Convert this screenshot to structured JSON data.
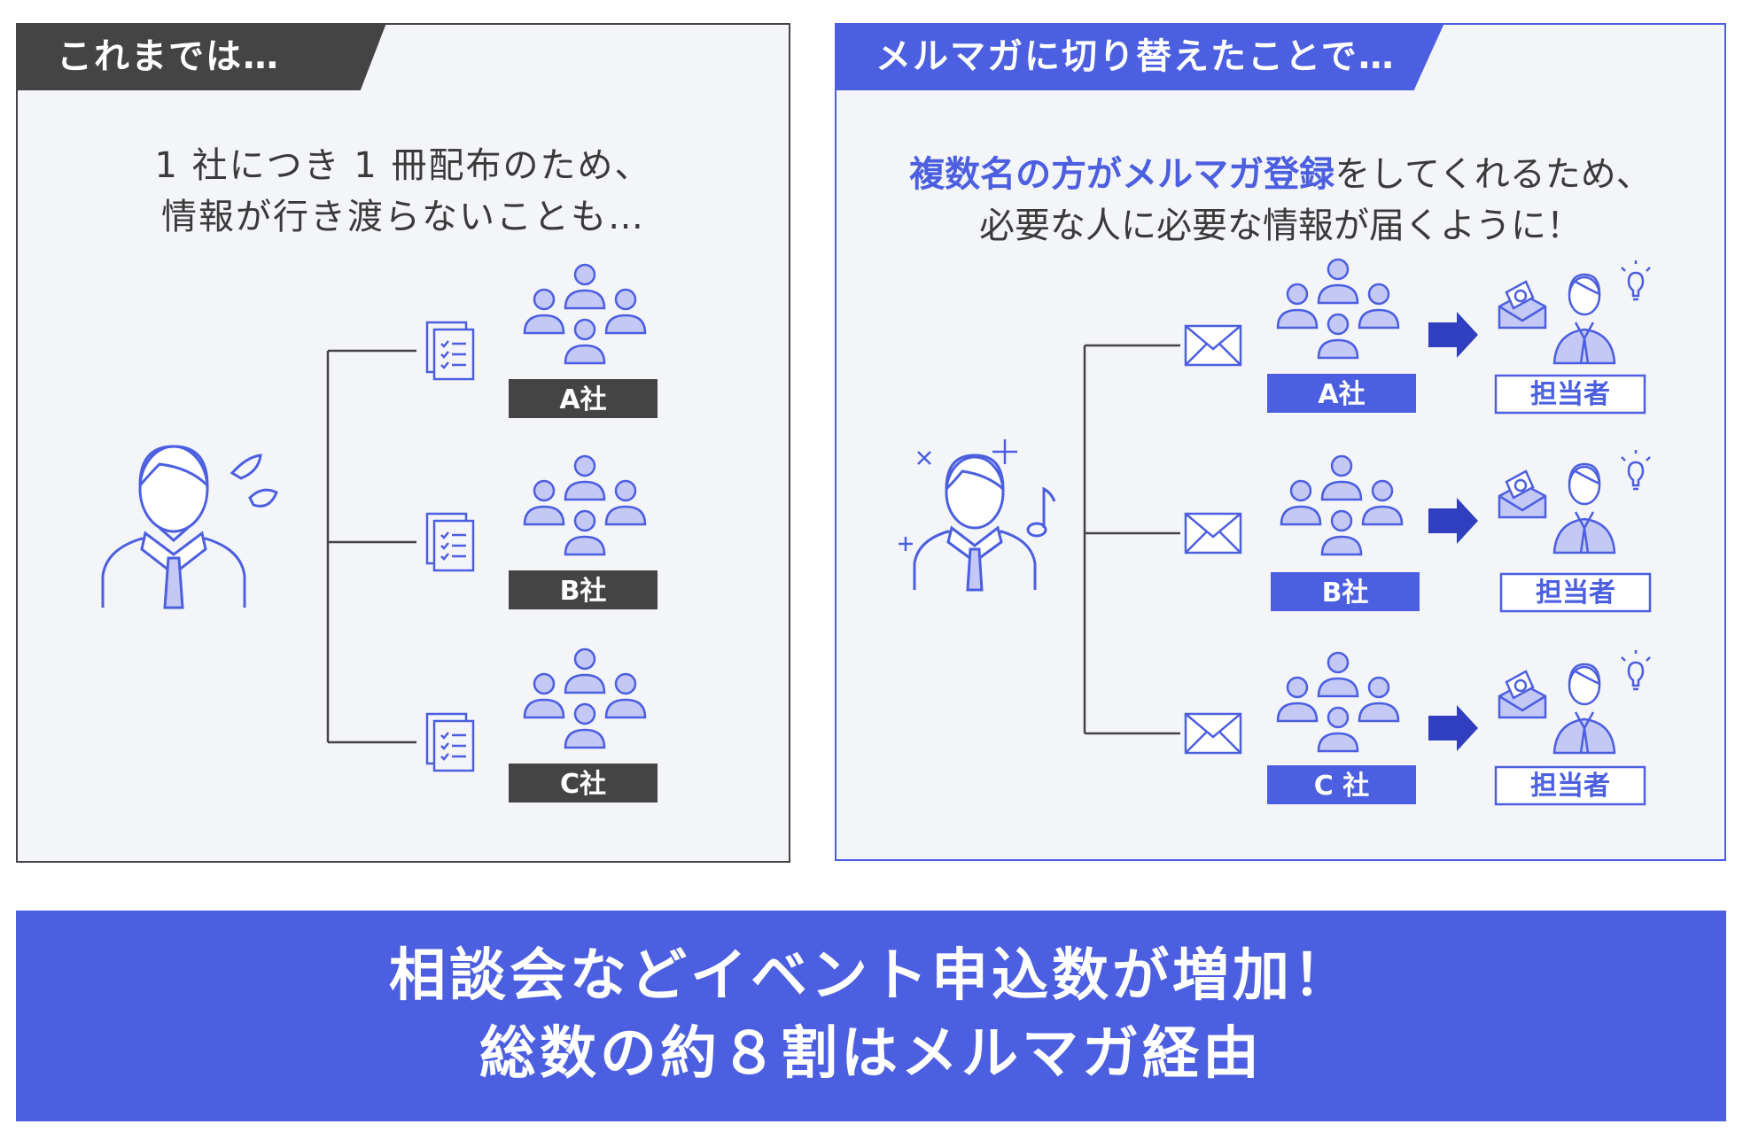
{
  "left_panel": {
    "tab": "これまでは…",
    "lead_line1": "1 社につき 1 冊配布のため、",
    "lead_line2": "情報が行き渡らないことも…",
    "companies": [
      "A社",
      "B社",
      "C社"
    ]
  },
  "right_panel": {
    "tab": "メルマガに切り替えたことで…",
    "lead_line1_highlight": "複数名の方がメルマガ登録",
    "lead_line1_rest": "をしてくれるため、",
    "lead_line2": "必要な人に必要な情報が届くように！",
    "companies": [
      "A社",
      "B社",
      "C 社"
    ],
    "recipient_label": "担当者"
  },
  "banner": {
    "line1": "相談会などイベント申込数が増加！",
    "line2": "総数の約８割はメルマガ経由"
  },
  "colors": {
    "accent": "#4b5fe0",
    "dark": "#444444",
    "panel_bg": "#f4f5f9",
    "icon_fill": "#c3c8f5",
    "arrow": "#2f3fbf"
  },
  "icons": {
    "sender": "businessman-icon",
    "document": "checklist-document-icon",
    "mail": "envelope-icon",
    "group": "people-group-icon",
    "recipient": "staff-person-icon",
    "arrow": "arrow-right-icon",
    "idea": "lightbulb-icon",
    "music": "music-note-icon",
    "sweat": "sweat-drop-icon"
  }
}
